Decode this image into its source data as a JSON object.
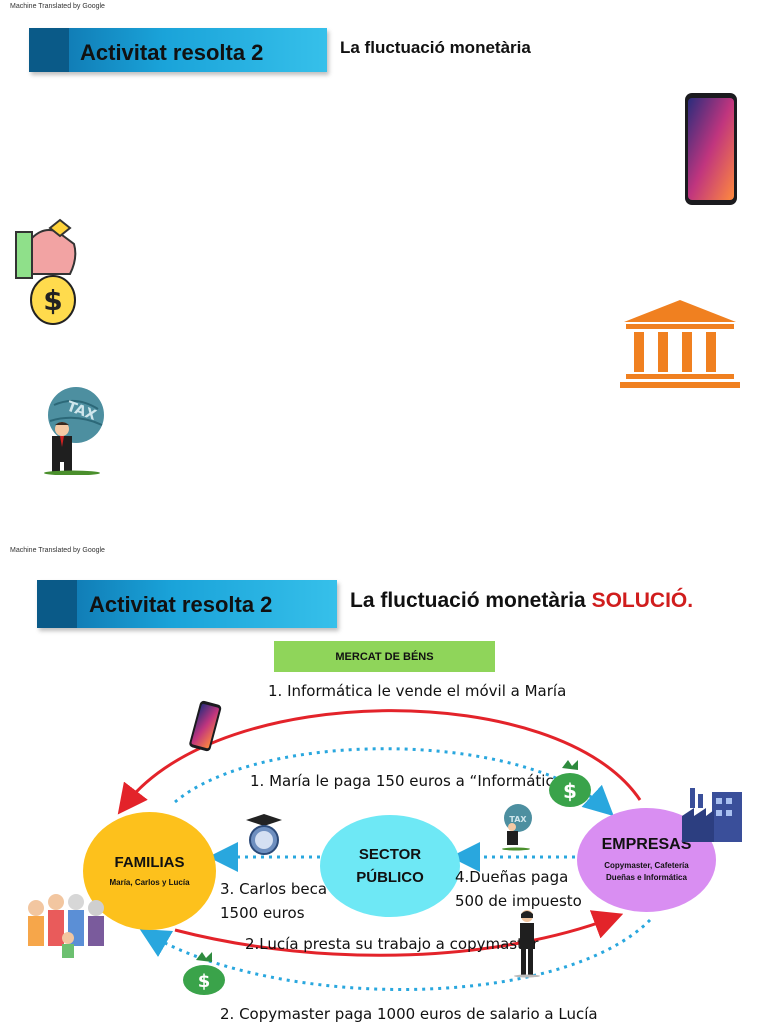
{
  "watermark": "Machine Translated by Google",
  "slide1": {
    "title": "Activitat resolta 2",
    "subtitle": "La fluctuació monetària",
    "icons": [
      "phone-icon",
      "money-hand-icon",
      "bank-icon",
      "tax-man-icon"
    ]
  },
  "slide2": {
    "title": "Activitat resolta 2",
    "subtitle": "La fluctuació monetària",
    "subtitle_highlight": "SOLUCIÓ.",
    "market_label": "MERCAT DE BÉNS",
    "familias": {
      "name": "FAMILIAS",
      "members": "María, Carlos y Lucía"
    },
    "sector": {
      "line1": "SECTOR",
      "line2": "PÚBLICO"
    },
    "empresas": {
      "name": "EMPRESAS",
      "line1": "Copymaster, Cafetería",
      "line2": "Dueñas e Informática"
    },
    "flows": {
      "f1": "1. Informática le vende el móvil a María",
      "f2": "1. María le paga 150 euros a “Informática”",
      "f3_line1": "3. Carlos beca",
      "f3_line2": "1500 euros",
      "f4_line1": "4.Dueñas paga",
      "f4_line2": "500 de impuesto",
      "f5": "2.Lucía presta su trabajo a copymaster",
      "f6": "2. Copymaster paga 1000 euros de salario a Lucía"
    },
    "colors": {
      "familias": "#fdc11c",
      "sector": "#6ee8f5",
      "empresas": "#d98ef2",
      "red_arrow": "#e3232a",
      "blue_arrow": "#29a7de"
    }
  }
}
